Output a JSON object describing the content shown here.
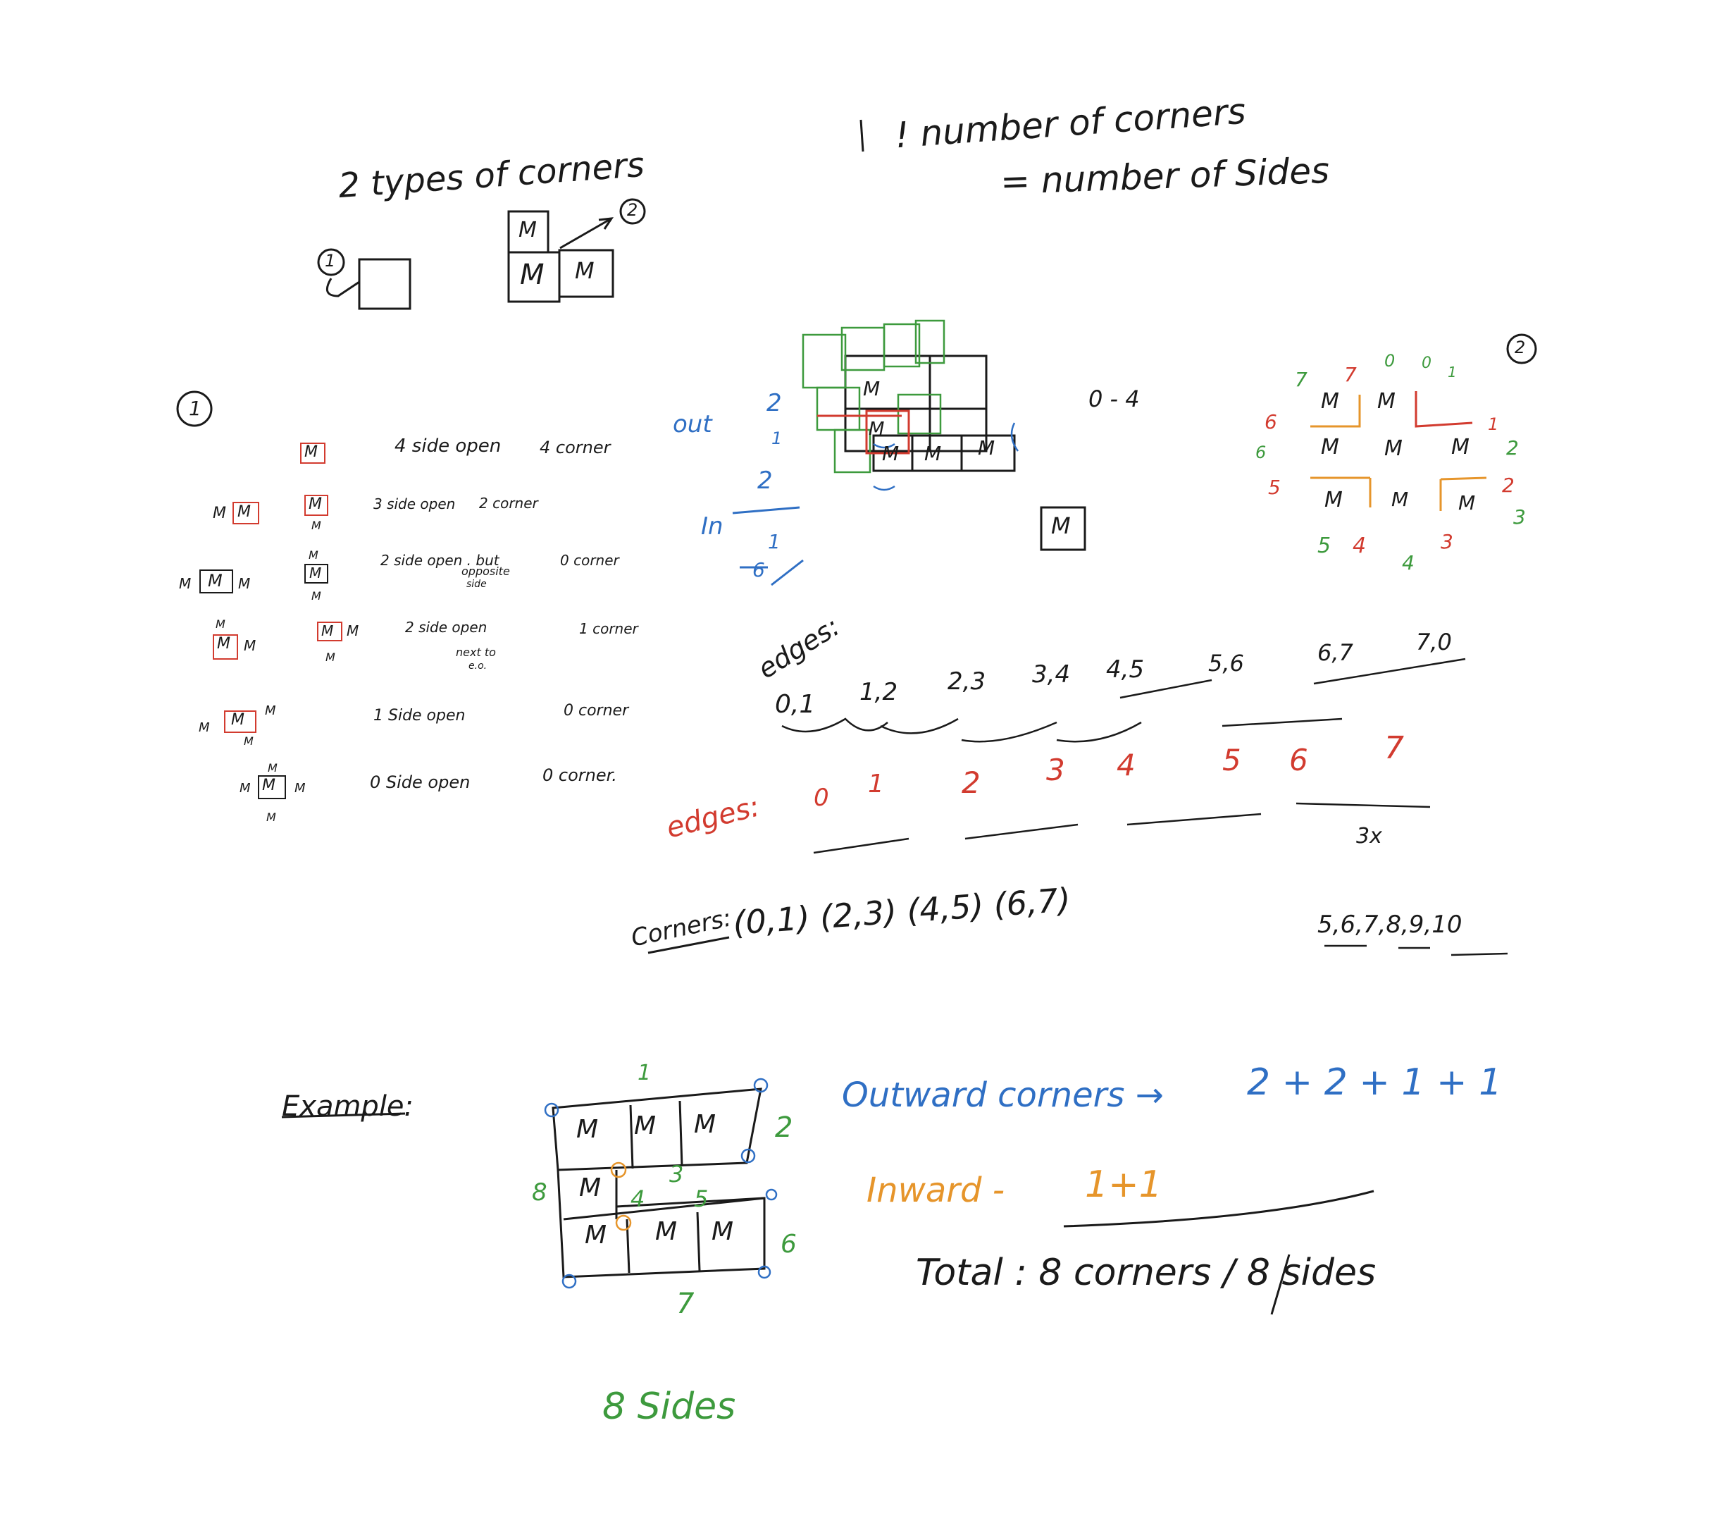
{
  "colors": {
    "ink": "#1a1a1a",
    "blue": "#2f6fc4",
    "red": "#d23b2f",
    "green": "#3d9a3d",
    "orange": "#e6952b"
  },
  "header": {
    "types_title": "2 types of corners",
    "type1": "1",
    "type2": "2",
    "cell_m": "M",
    "note_line1": "! number of corners",
    "note_line2": "= number of Sides"
  },
  "section1": {
    "marker": "1",
    "rows": [
      {
        "desc": "4 side open",
        "result": "4 corner"
      },
      {
        "desc": "3 side open",
        "result": "2 corner"
      },
      {
        "desc": "2 side open . but",
        "desc2": "opposite",
        "desc3": "side",
        "result": "0 corner"
      },
      {
        "desc": "2 side open",
        "desc2": "next to",
        "desc3": "e.o.",
        "result": "1 corner"
      },
      {
        "desc": "1 Side open",
        "result": "0 corner"
      },
      {
        "desc": "0 Side open",
        "result": "0 corner."
      }
    ]
  },
  "grid_note": {
    "out": "out",
    "in": "In",
    "frac_num": "2",
    "frac_mid": "1",
    "frac_den": "2",
    "frac_low_num": "1",
    "frac_low_den": "6",
    "range": "0 - 4"
  },
  "section2": {
    "marker": "2",
    "top_nums": [
      "7",
      "7",
      "0",
      "0",
      "1"
    ],
    "left_nums": [
      "6",
      "6",
      "5"
    ],
    "right_nums": [
      "1",
      "2",
      "2",
      "3"
    ],
    "bottom_nums": [
      "5",
      "4",
      "4",
      "3"
    ]
  },
  "edges_black": {
    "label": "edges:",
    "pairs": [
      "0,1",
      "1,2",
      "2,3",
      "3,4",
      "4,5",
      "5,6",
      "6,7",
      "7,0"
    ]
  },
  "edges_red": {
    "label": "edges:",
    "nums": [
      "0",
      "1",
      "2",
      "3",
      "4",
      "5",
      "6",
      "7"
    ],
    "note": "3x"
  },
  "corners": {
    "label": "Corners:",
    "pairs": "(0,1) (2,3) (4,5) (6,7)",
    "seq": "5,6,7,8,9,10"
  },
  "example": {
    "label": "Example:",
    "cells_row1": [
      "M",
      "M",
      "M"
    ],
    "cell_row2": "M",
    "cells_row3": [
      "M",
      "M",
      "M"
    ],
    "side_nums": [
      "1",
      "2",
      "3",
      "4",
      "5",
      "6",
      "7",
      "8"
    ],
    "outward": "Outward corners →",
    "outward_sum": "2 + 2 + 1 + 1",
    "inward": "Inward -",
    "inward_sum": "1+1",
    "total": "Total : 8 corners / 8 sides",
    "sides_green": "8 Sides"
  }
}
